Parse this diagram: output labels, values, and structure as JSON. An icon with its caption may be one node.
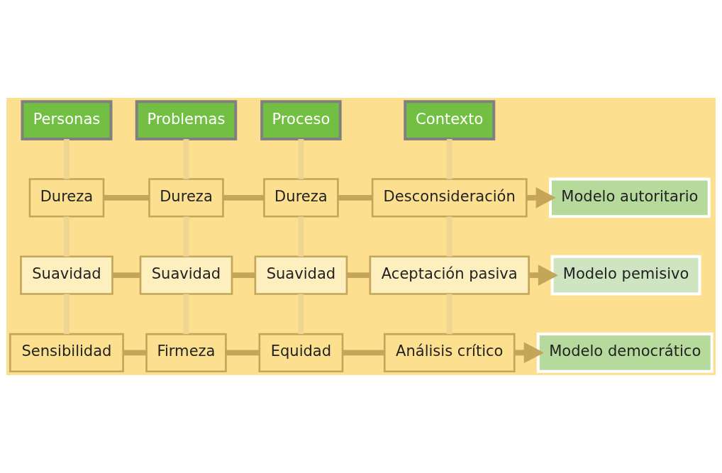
{
  "diagram": {
    "nodes": [
      {
        "text": [
          "Personas"
        ]
      },
      {
        "text": [
          "Problemas"
        ]
      },
      {
        "text": [
          "Proceso"
        ]
      },
      {
        "text": [
          "Contexto"
        ]
      },
      {
        "text": [
          "Dureza"
        ]
      },
      {
        "text": [
          "Dureza"
        ]
      },
      {
        "text": [
          "Dureza"
        ]
      },
      {
        "text": [
          "Desconsideración"
        ]
      },
      {
        "text": [
          "Modelo autoritario"
        ]
      },
      {
        "text": [
          "Suavidad"
        ]
      },
      {
        "text": [
          "Suavidad"
        ]
      },
      {
        "text": [
          "Suavidad"
        ]
      },
      {
        "text": [
          "Aceptación pasiva"
        ]
      },
      {
        "text": [
          "Modelo pemisivo"
        ]
      },
      {
        "text": [
          "Sensibilidad"
        ]
      },
      {
        "text": [
          "Firmeza"
        ]
      },
      {
        "text": [
          "Equidad"
        ]
      },
      {
        "text": [
          "Análisis crítico"
        ]
      },
      {
        "text": [
          "Modelo democrático"
        ]
      }
    ],
    "edges": [
      {
        "from": 0,
        "to": 4,
        "arrow": "none",
        "color": "#efd592"
      },
      {
        "from": 1,
        "to": 5,
        "arrow": "none",
        "color": "#efd592"
      },
      {
        "from": 2,
        "to": 6,
        "arrow": "none",
        "color": "#efd592"
      },
      {
        "from": 3,
        "to": 7,
        "arrow": "none",
        "color": "#efd592"
      },
      {
        "from": 4,
        "to": 5,
        "arrow": "none"
      },
      {
        "from": 5,
        "to": 6,
        "arrow": "none"
      },
      {
        "from": 6,
        "to": 7,
        "arrow": "none"
      },
      {
        "from": 7,
        "to": 8,
        "arrow": "to"
      },
      {
        "from": 4,
        "to": 9,
        "arrow": "none",
        "color": "#efd592"
      },
      {
        "from": 5,
        "to": 10,
        "arrow": "none",
        "color": "#efd592"
      },
      {
        "from": 6,
        "to": 11,
        "arrow": "none",
        "color": "#efd592"
      },
      {
        "from": 7,
        "to": 12,
        "arrow": "none",
        "color": "#efd592"
      },
      {
        "from": 9,
        "to": 10,
        "arrow": "none"
      },
      {
        "from": 10,
        "to": 11,
        "arrow": "none"
      },
      {
        "from": 11,
        "to": 12,
        "arrow": "none"
      },
      {
        "from": 12,
        "to": 13,
        "arrow": "to"
      },
      {
        "from": 9,
        "to": 14,
        "arrow": "none",
        "color": "#efd592"
      },
      {
        "from": 10,
        "to": 15,
        "arrow": "none",
        "color": "#efd592"
      },
      {
        "from": 11,
        "to": 16,
        "arrow": "none",
        "color": "#efd592"
      },
      {
        "from": 12,
        "to": 17,
        "arrow": "none",
        "color": "#efd592"
      },
      {
        "from": 14,
        "to": 15,
        "arrow": "none"
      },
      {
        "from": 15,
        "to": 16,
        "arrow": "none"
      },
      {
        "from": 16,
        "to": 17,
        "arrow": "none"
      },
      {
        "from": 17,
        "to": 18,
        "arrow": "to"
      }
    ]
  }
}
